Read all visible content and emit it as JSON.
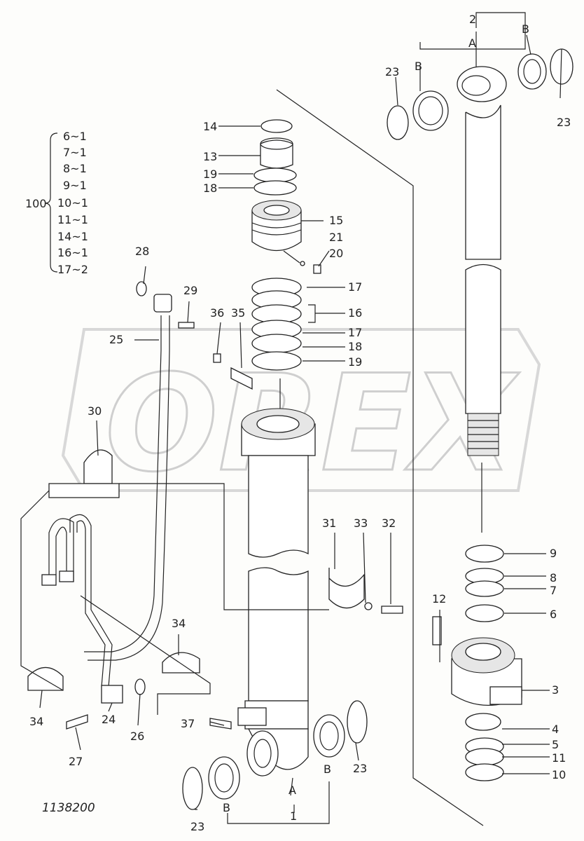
{
  "watermark": "OREX",
  "drawing_number": "1138200",
  "legend_group": {
    "label": "100",
    "items": [
      "6~1",
      "7~1",
      "8~1",
      "9~1",
      "10~1",
      "11~1",
      "14~1",
      "16~1",
      "17~2"
    ]
  },
  "callouts": [
    {
      "id": "c2",
      "text": "2"
    },
    {
      "id": "cA_top",
      "text": "A"
    },
    {
      "id": "cB_top_left",
      "text": "B"
    },
    {
      "id": "cB_top_right",
      "text": "B"
    },
    {
      "id": "c23_tl",
      "text": "23"
    },
    {
      "id": "c23_tr",
      "text": "23"
    },
    {
      "id": "c14",
      "text": "14"
    },
    {
      "id": "c13",
      "text": "13"
    },
    {
      "id": "c19a",
      "text": "19"
    },
    {
      "id": "c18a",
      "text": "18"
    },
    {
      "id": "c15",
      "text": "15"
    },
    {
      "id": "c21",
      "text": "21"
    },
    {
      "id": "c20",
      "text": "20"
    },
    {
      "id": "c17a",
      "text": "17"
    },
    {
      "id": "c16",
      "text": "16"
    },
    {
      "id": "c17b",
      "text": "17"
    },
    {
      "id": "c18b",
      "text": "18"
    },
    {
      "id": "c19b",
      "text": "19"
    },
    {
      "id": "c28",
      "text": "28"
    },
    {
      "id": "c29",
      "text": "29"
    },
    {
      "id": "c36",
      "text": "36"
    },
    {
      "id": "c35",
      "text": "35"
    },
    {
      "id": "c25",
      "text": "25"
    },
    {
      "id": "c30",
      "text": "30"
    },
    {
      "id": "c31",
      "text": "31"
    },
    {
      "id": "c33",
      "text": "33"
    },
    {
      "id": "c32",
      "text": "32"
    },
    {
      "id": "c9",
      "text": "9"
    },
    {
      "id": "c8",
      "text": "8"
    },
    {
      "id": "c7",
      "text": "7"
    },
    {
      "id": "c12",
      "text": "12"
    },
    {
      "id": "c6",
      "text": "6"
    },
    {
      "id": "c3",
      "text": "3"
    },
    {
      "id": "c4",
      "text": "4"
    },
    {
      "id": "c5",
      "text": "5"
    },
    {
      "id": "c11",
      "text": "11"
    },
    {
      "id": "c10",
      "text": "10"
    },
    {
      "id": "c34a",
      "text": "34"
    },
    {
      "id": "c34b",
      "text": "34"
    },
    {
      "id": "c24",
      "text": "24"
    },
    {
      "id": "c26",
      "text": "26"
    },
    {
      "id": "c27",
      "text": "27"
    },
    {
      "id": "c37",
      "text": "37"
    },
    {
      "id": "c23_bl",
      "text": "23"
    },
    {
      "id": "c23_br",
      "text": "23"
    },
    {
      "id": "cB_bl",
      "text": "B"
    },
    {
      "id": "cA_bot",
      "text": "A"
    },
    {
      "id": "cB_br",
      "text": "B"
    },
    {
      "id": "c1",
      "text": "1"
    }
  ]
}
